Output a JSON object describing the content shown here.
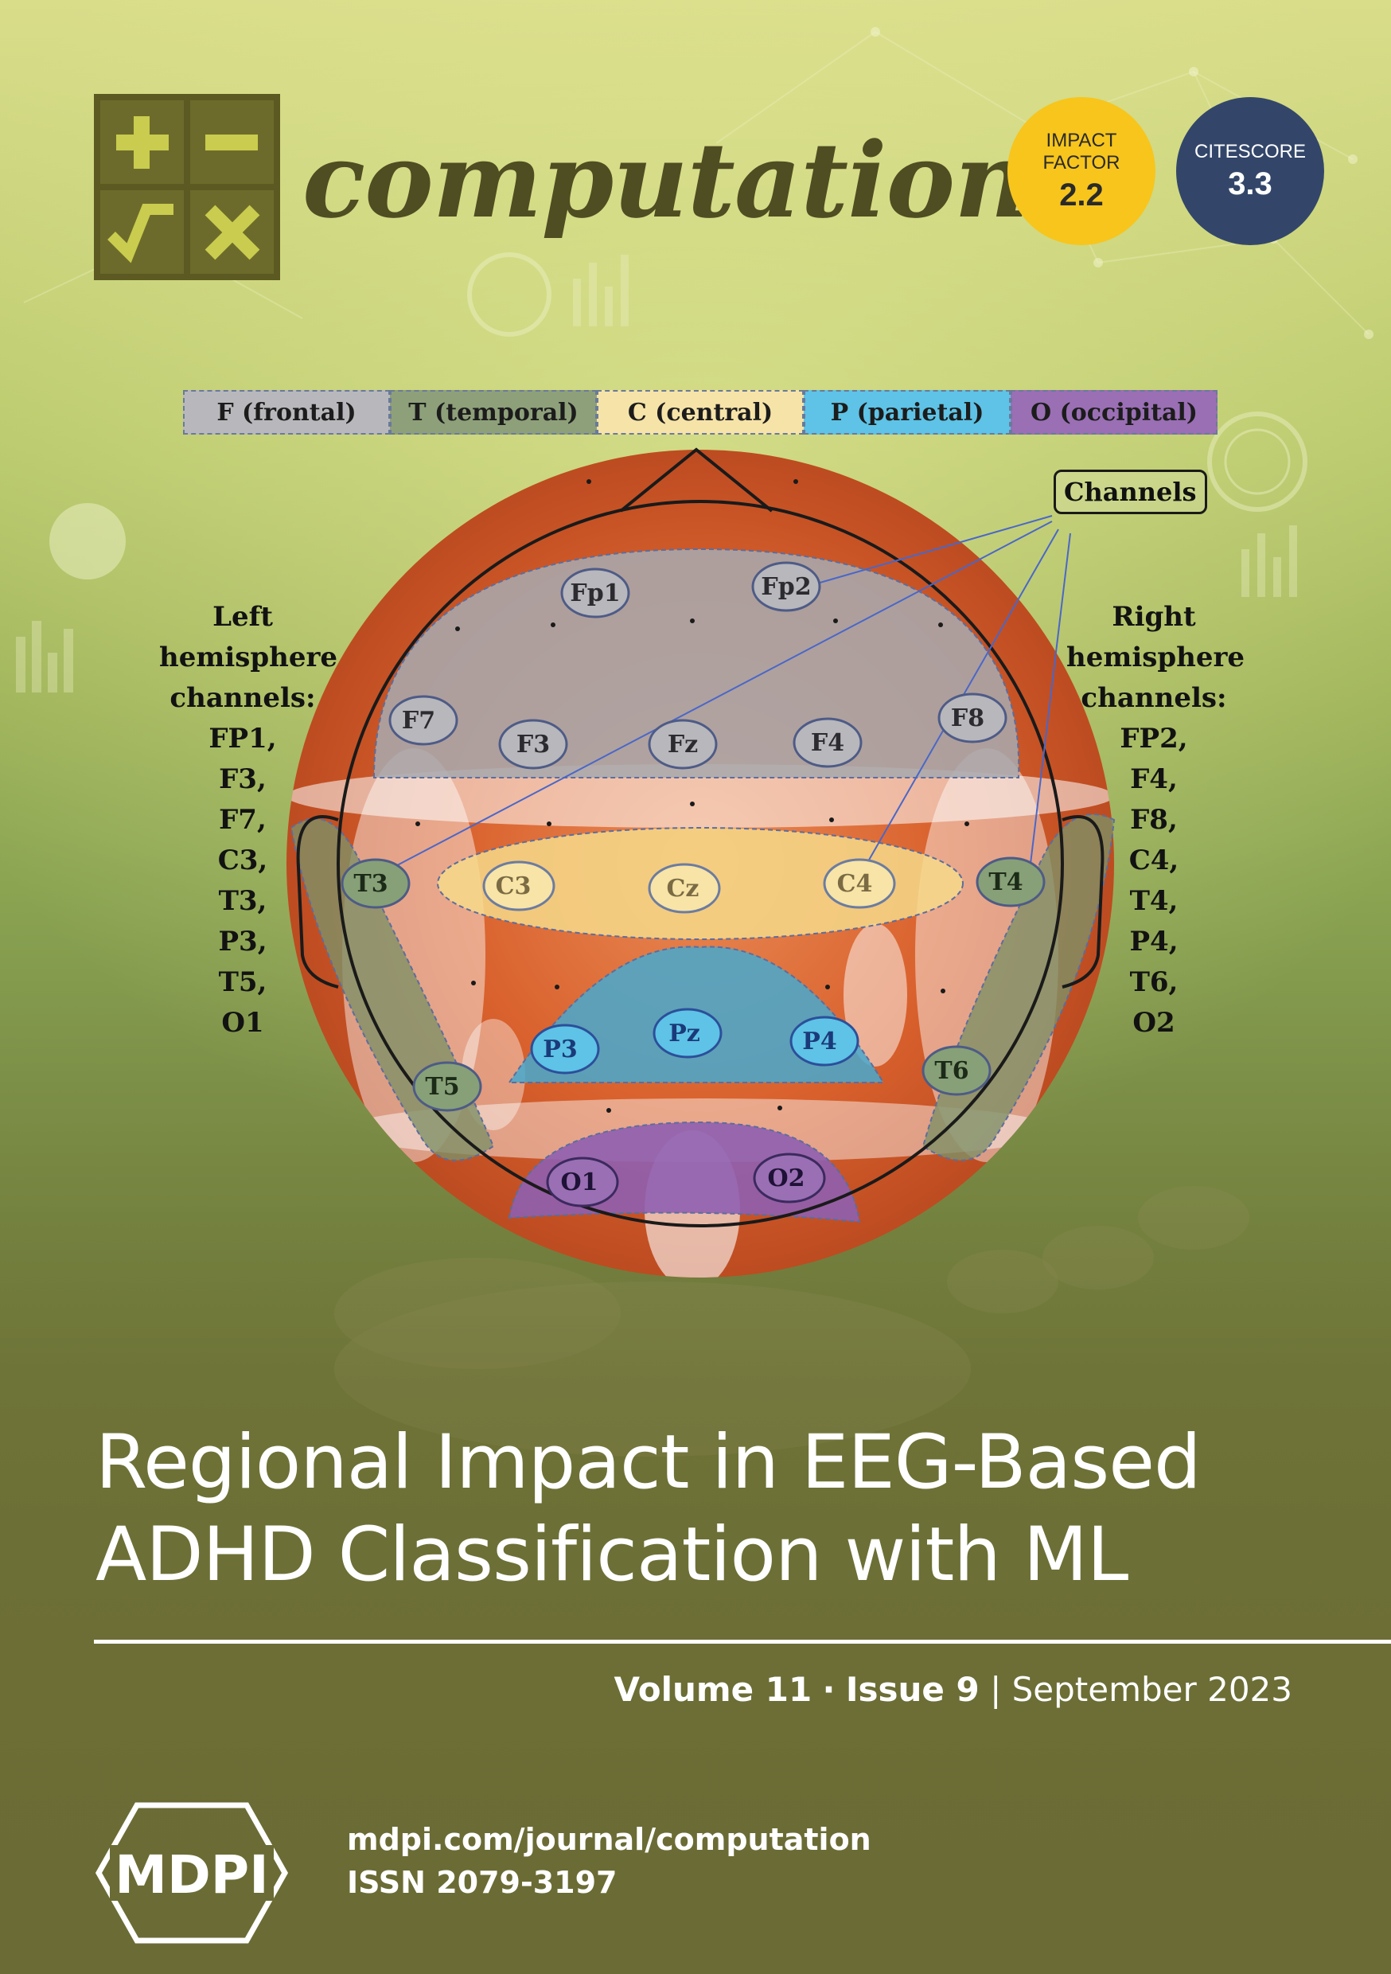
{
  "journal": {
    "name": "computation"
  },
  "badges": {
    "impact_factor": {
      "label_line1": "IMPACT",
      "label_line2": "FACTOR",
      "value": "2.2"
    },
    "citescore": {
      "label": "CITESCORE",
      "value": "3.3"
    }
  },
  "legend": [
    {
      "label": "F (frontal)",
      "color": "#b8b8bc"
    },
    {
      "label": "T (temporal)",
      "color": "#8ea07a"
    },
    {
      "label": "C (central)",
      "color": "#f6e3a8"
    },
    {
      "label": "P (parietal)",
      "color": "#5ec3e6"
    },
    {
      "label": "O (occipital)",
      "color": "#9a6fb4"
    }
  ],
  "figure": {
    "channels_label": "Channels",
    "left_hemisphere": {
      "heading": [
        "Left",
        "hemisphere",
        "channels:"
      ],
      "channels": [
        "FP1,",
        "F3,",
        "F7,",
        "C3,",
        "T3,",
        "P3,",
        "T5,",
        "O1"
      ]
    },
    "right_hemisphere": {
      "heading": [
        "Right",
        "hemisphere",
        "channels:"
      ],
      "channels": [
        "FP2,",
        "F4,",
        "F8,",
        "C4,",
        "T4,",
        "P4,",
        "T6,",
        "O2"
      ]
    },
    "electrodes": {
      "Fp1": "Fp1",
      "Fp2": "Fp2",
      "F7": "F7",
      "F3": "F3",
      "Fz": "Fz",
      "F4": "F4",
      "F8": "F8",
      "T3": "T3",
      "C3": "C3",
      "Cz": "Cz",
      "C4": "C4",
      "T4": "T4",
      "P3": "P3",
      "Pz": "Pz",
      "P4": "P4",
      "T5": "T5",
      "T6": "T6",
      "O1": "O1",
      "O2": "O2"
    }
  },
  "article": {
    "title_line1": "Regional Impact in EEG-Based",
    "title_line2": "ADHD Classification with ML"
  },
  "issue": {
    "volume": "Volume 11",
    "separator": "·",
    "issue": "Issue 9",
    "bar": "|",
    "date": "September 2023"
  },
  "publisher": {
    "logo_text": "MDPI",
    "url": "mdpi.com/journal/computation",
    "issn": "ISSN 2079-3197"
  }
}
